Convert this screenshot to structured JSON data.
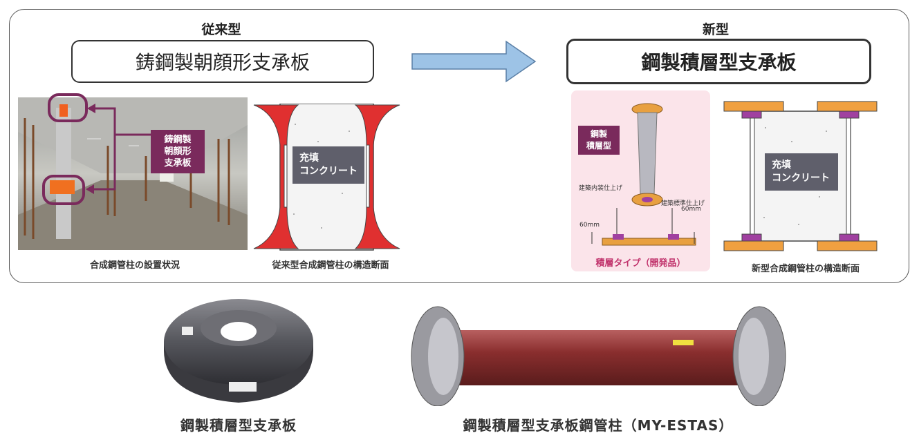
{
  "left": {
    "heading": "従来型",
    "title": "鋳鋼製朝顔形支承板",
    "photo_tag": [
      "鋳鋼製",
      "朝顔形",
      "支承板"
    ],
    "photo_caption": "合成鋼管柱の設置状況",
    "section_label": [
      "充填",
      "コンクリート"
    ],
    "section_caption": "従来型合成鋼管柱の構造断面"
  },
  "right": {
    "heading": "新型",
    "title": "鋼製積層型支承板",
    "model_tag": [
      "鋼製",
      "積層型"
    ],
    "model_annotations": {
      "interior": "建築内装仕上げ",
      "standard": "建築標準仕上げ",
      "mm60_right": "60mm",
      "mm60_left": "60mm"
    },
    "model_caption": "積層タイプ（開発品）",
    "section_label": [
      "充填",
      "コンクリート"
    ],
    "section_caption": "新型合成鋼管柱の構造断面"
  },
  "bottom": {
    "plate_caption": "鋼製積層型支承板",
    "pipe_caption": "鋼製積層型支承板鋼管柱（MY-ESTAS）"
  },
  "colors": {
    "arrow": "#9dc3e6",
    "tag": "#7a2a5c",
    "flange_old": "#e03030",
    "flange_new": "#f0a040",
    "bearing_new": "#a040a0",
    "model_bg": "#fbe4ea"
  }
}
